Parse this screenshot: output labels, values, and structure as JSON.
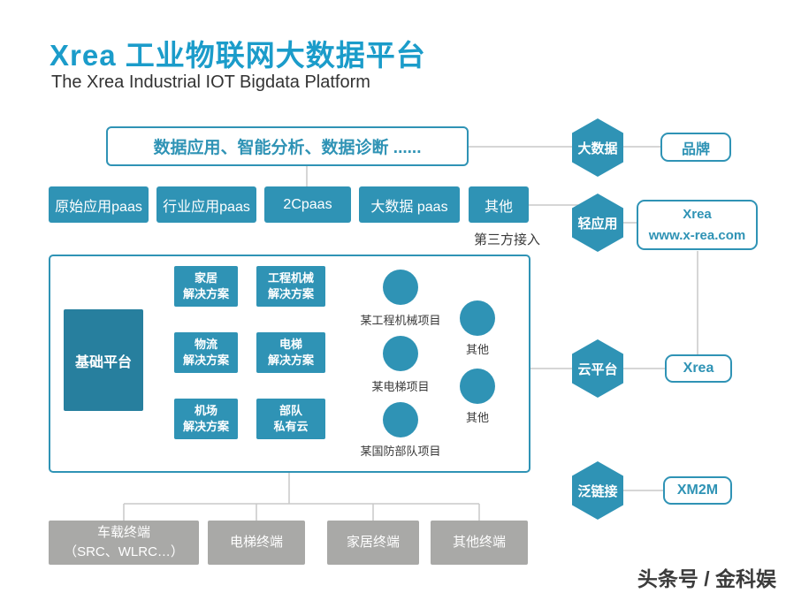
{
  "header": {
    "title": "Xrea 工业物联网大数据平台",
    "subtitle": "The Xrea Industrial IOT Bigdata Platform"
  },
  "colors": {
    "accent_teal": "#2f93b5",
    "title_blue": "#1b9cca",
    "base_platform_teal": "#277f9e",
    "terminal_gray": "#a9a9a7",
    "connector_gray": "#c8c8c8"
  },
  "application_layer": {
    "box_label": "数据应用、智能分析、数据诊断 ......",
    "hexagon_label": "大数据",
    "side_box_label": "品牌"
  },
  "paas_layer": {
    "buttons": [
      "原始应用paas",
      "行业应用paas",
      "2Cpaas",
      "大数据 paas",
      "其他"
    ],
    "note": "第三方接入",
    "hexagon_label": "轻应用",
    "side_box_title": "Xrea",
    "side_box_url": "www.x-rea.com"
  },
  "platform_layer": {
    "base_label": "基础平台",
    "rows": [
      {
        "solution": "家居\n解决方案",
        "secondary": "工程机械\n解决方案",
        "project": "某工程机械项目"
      },
      {
        "solution": "物流\n解决方案",
        "secondary": "电梯\n解决方案",
        "project": "某电梯项目"
      },
      {
        "solution": "机场\n解决方案",
        "secondary": "部队\n私有云",
        "project": "某国防部队项目"
      }
    ],
    "other_1": "其他",
    "other_2": "其他",
    "hexagon_label": "云平台",
    "side_box_label": "Xrea"
  },
  "terminal_layer": {
    "boxes": [
      "车载终端\n（SRC、WLRC…）",
      "电梯终端",
      "家居终端",
      "其他终端"
    ],
    "hexagon_label": "泛链接",
    "side_box_label": "XM2M"
  },
  "footer": {
    "watermark": "头条号 / 金科娱"
  }
}
